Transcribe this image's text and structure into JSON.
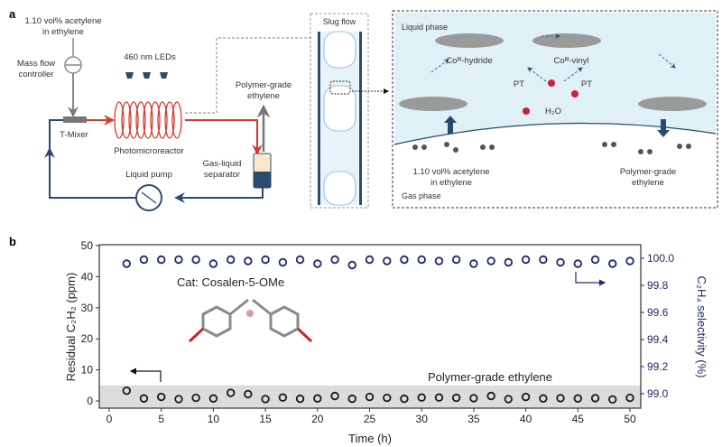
{
  "panel_a": {
    "label": "a",
    "feed": [
      "1.10 vol% acetylene",
      "in ethylene"
    ],
    "mfc": [
      "Mass flow",
      "controller"
    ],
    "leds": "460 nm LEDs",
    "product": [
      "Polymer-grade",
      "ethylene"
    ],
    "tmixer": "T-Mixer",
    "reactor": "Photomicroreactor",
    "separator": [
      "Gas-liquid",
      "separator"
    ],
    "pump": "Liquid pump",
    "slug": "Slug flow",
    "liquid_phase": "Liquid phase",
    "gas_phase": "Gas phase",
    "hydride": "Coᴵᴵᴵ-hydride",
    "vinyl": "Coᴵᴵᴵ-vinyl",
    "pt": "PT",
    "water": "H₂O",
    "gas_in": [
      "1.10 vol% acetylene",
      "in ethylene"
    ],
    "gas_out": [
      "Polymer-grade",
      "ethylene"
    ],
    "colors": {
      "red": "#d9392b",
      "navy": "#2a4a6f",
      "liquid": "#dff0f7"
    }
  },
  "chart_data": {
    "type": "scatter",
    "panel_label": "b",
    "xlabel": "Time (h)",
    "ylabel_left": "Residual C₂H₂ (ppm)",
    "ylabel_right": "C₂H₄ selectivity (%)",
    "xlim": [
      0,
      51
    ],
    "ylim_left": [
      -2.2,
      50
    ],
    "ylim_right": [
      98.95,
      100.1
    ],
    "x_ticks": [
      "0",
      "5",
      "10",
      "15",
      "20",
      "25",
      "30",
      "35",
      "40",
      "45",
      "50"
    ],
    "y_ticks_left": [
      "0",
      "10",
      "20",
      "30",
      "40",
      "50"
    ],
    "y_ticks_right": [
      "99.0",
      "99.2",
      "99.4",
      "99.6",
      "99.8",
      "100.0"
    ],
    "annotation_catalyst": "Cat: Cosalen-5-OMe",
    "annotation_band": "Polymer-grade ethylene",
    "band_upper_ppm": 5,
    "x": [
      1.67,
      3.33,
      5,
      6.67,
      8.33,
      10,
      11.67,
      13.33,
      15,
      16.67,
      18.33,
      20,
      21.67,
      23.33,
      25,
      26.67,
      28.33,
      30,
      31.67,
      33.33,
      35,
      36.67,
      38.33,
      40,
      41.67,
      43.33,
      45,
      46.67,
      48.33,
      50
    ],
    "series": [
      {
        "axis": "left",
        "color": "#1a1a1a",
        "values": [
          3.3,
          0.8,
          1.3,
          0.6,
          1.0,
          0.8,
          2.6,
          2.2,
          0.6,
          1.1,
          0.7,
          0.8,
          1.6,
          0.7,
          1.3,
          1.0,
          0.7,
          1.1,
          1.1,
          1.0,
          0.9,
          1.6,
          0.6,
          1.3,
          0.8,
          0.9,
          0.8,
          0.9,
          0.5,
          1.0
        ]
      },
      {
        "axis": "right",
        "color": "#1f2a6b",
        "values": [
          99.96,
          99.99,
          99.99,
          99.99,
          99.99,
          99.96,
          99.99,
          99.98,
          99.99,
          99.97,
          99.99,
          99.96,
          99.99,
          99.95,
          99.99,
          99.98,
          99.99,
          99.99,
          99.98,
          99.99,
          99.96,
          99.98,
          99.97,
          99.99,
          99.99,
          99.97,
          99.96,
          99.99,
          99.96,
          99.98
        ]
      }
    ]
  }
}
